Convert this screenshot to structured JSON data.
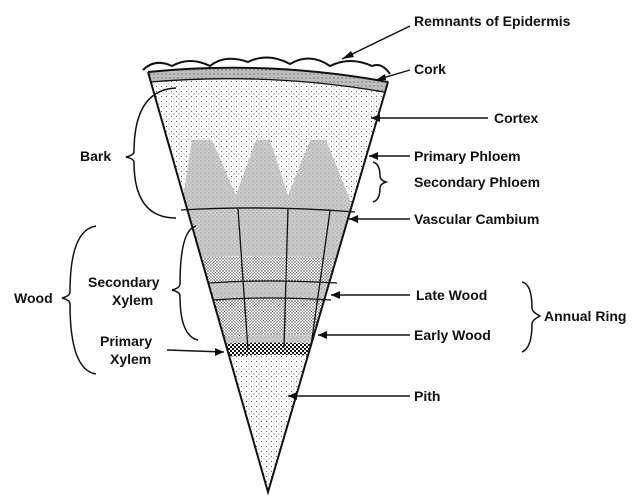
{
  "labels": {
    "remnants_of_epidermis": "Remnants of Epidermis",
    "cork": "Cork",
    "cortex": "Cortex",
    "bark": "Bark",
    "primary_phloem": "Primary Phloem",
    "secondary_phloem": "Secondary Phloem",
    "vascular_cambium": "Vascular Cambium",
    "wood": "Wood",
    "secondary_xylem_line1": "Secondary",
    "secondary_xylem_line2": "Xylem",
    "late_wood": "Late Wood",
    "annual_ring": "Annual Ring",
    "early_wood": "Early Wood",
    "primary_xylem_line1": "Primary",
    "primary_xylem_line2": "Xylem",
    "pith": "Pith"
  },
  "colors": {
    "ink": "#111111",
    "background": "#ffffff",
    "shaded_tissue": "#c9c9c9"
  }
}
